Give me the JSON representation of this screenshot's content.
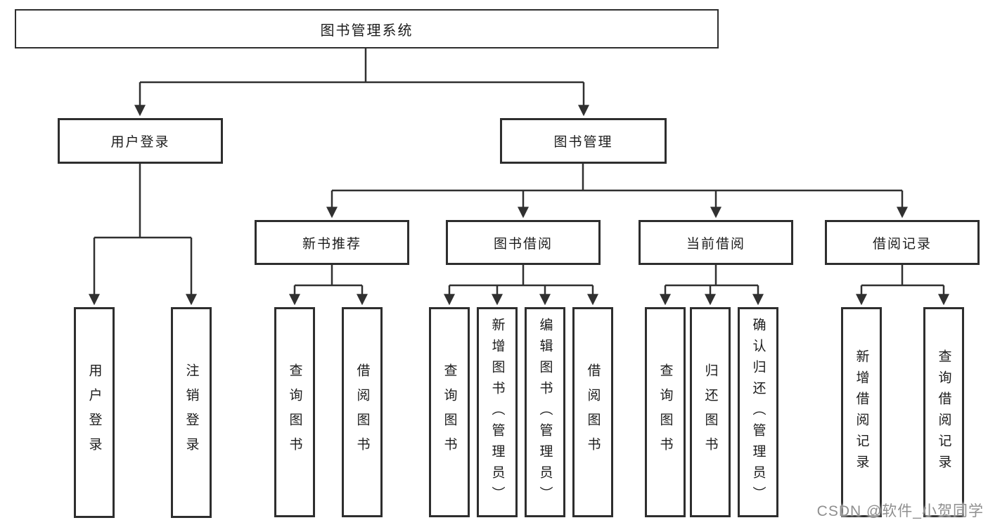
{
  "diagram": {
    "type": "hierarchy-tree",
    "title": "图书管理系统",
    "orientation": "top-down"
  },
  "nodes": {
    "root": "图书管理系统",
    "user_login": "用户登录",
    "book_mgmt": "图书管理",
    "new_book_rec": "新书推荐",
    "book_borrow": "图书借阅",
    "current_borrow": "当前借阅",
    "borrow_record": "借阅记录",
    "ul_login": "用户登录",
    "ul_logout": "注销登录",
    "nb_query": "查询图书",
    "nb_borrow": "借阅图书",
    "bb_query": "查询图书",
    "bb_add": "新增图书（管理员）",
    "bb_edit": "编辑图书（管理员）",
    "bb_borrow": "借阅图书",
    "cb_query": "查询图书",
    "cb_return": "归还图书",
    "cb_confirm": "确认归还（管理员）",
    "br_add": "新增借阅记录",
    "br_query": "查询借阅记录"
  },
  "hierarchy": {
    "图书管理系统": {
      "用户登录": [
        "用户登录",
        "注销登录"
      ],
      "图书管理": {
        "新书推荐": [
          "查询图书",
          "借阅图书"
        ],
        "图书借阅": [
          "查询图书",
          "新增图书（管理员）",
          "编辑图书（管理员）",
          "借阅图书"
        ],
        "当前借阅": [
          "查询图书",
          "归还图书",
          "确认归还（管理员）"
        ],
        "借阅记录": [
          "新增借阅记录",
          "查询借阅记录"
        ]
      }
    }
  },
  "colors": {
    "line": "#303030",
    "box_border": "#2e2e2e",
    "box_fill": "#ffffff",
    "text": "#1c1c1c",
    "watermark": "#8f8f8f",
    "background": "#ffffff"
  },
  "watermark": {
    "text": "CSDN @软件_小贺同学"
  }
}
